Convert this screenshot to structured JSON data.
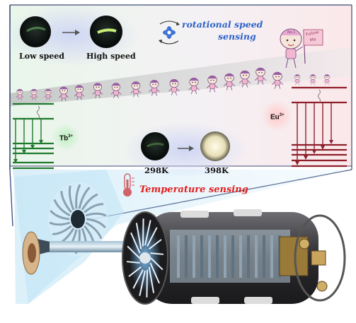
{
  "speed_panel": {
    "low_label": "Low speed",
    "high_label": "High speed"
  },
  "rotation": {
    "line1": "rotational speed",
    "line2": "sensing"
  },
  "mascot_sign": {
    "line1": "Follow",
    "line2": "Me",
    "badge": "No.1"
  },
  "ions": {
    "tb": "Tb",
    "tb_sup": "3+",
    "eu": "Eu",
    "eu_sup": "3+"
  },
  "temperature_panel": {
    "low_label": "298K",
    "high_label": "398K",
    "caption": "Temperature sensing"
  },
  "colors": {
    "tb_green": "#1f7a2e",
    "eu_red": "#8e1f2b",
    "rot_blue": "#2d63c8",
    "temp_red": "#e0201f",
    "cone_blue": "#bfe4f6"
  },
  "icons": [
    "rotation-arrows-icon",
    "thermometer-icon",
    "energy-arrow-icon"
  ]
}
